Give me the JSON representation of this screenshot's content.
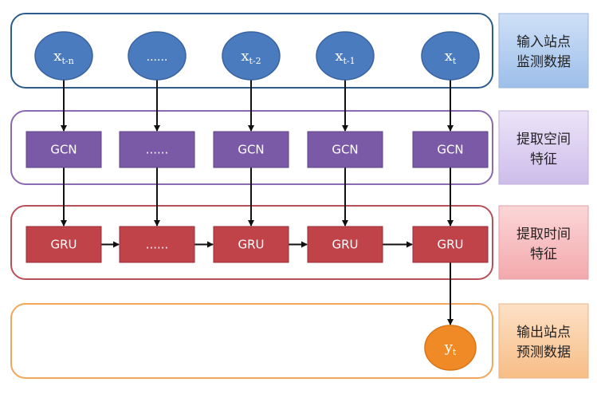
{
  "colors": {
    "input_frame": "#2e5d8c",
    "gcn_frame": "#8a6ab0",
    "gru_frame": "#b8505a",
    "output_frame": "#f2a65a",
    "input_node": "#4a7bbf",
    "gcn_box": "#7a5aa6",
    "gru_box": "#c0434a",
    "output_node": "#f08a26",
    "input_label_bg": "#aac8ee",
    "gcn_label_bg": "#d7c9ee",
    "gru_label_bg": "#f5b5b8",
    "output_label_bg": "#f9c99a"
  },
  "inputs": [
    {
      "base": "x",
      "sub": "t-n"
    },
    {
      "base": "......",
      "sub": ""
    },
    {
      "base": "x",
      "sub": "t-2"
    },
    {
      "base": "x",
      "sub": "t-1"
    },
    {
      "base": "x",
      "sub": "t"
    }
  ],
  "gcn_boxes": [
    "GCN",
    "......",
    "GCN",
    "GCN",
    "GCN"
  ],
  "gru_boxes": [
    "GRU",
    "......",
    "GRU",
    "GRU",
    "GRU"
  ],
  "output": {
    "base": "y",
    "sub": "t"
  },
  "labels": {
    "input": [
      "输入站点",
      "监测数据"
    ],
    "gcn": [
      "提取空间",
      "特征"
    ],
    "gru": [
      "提取时间",
      "特征"
    ],
    "output": [
      "输出站点",
      "预测数据"
    ]
  }
}
